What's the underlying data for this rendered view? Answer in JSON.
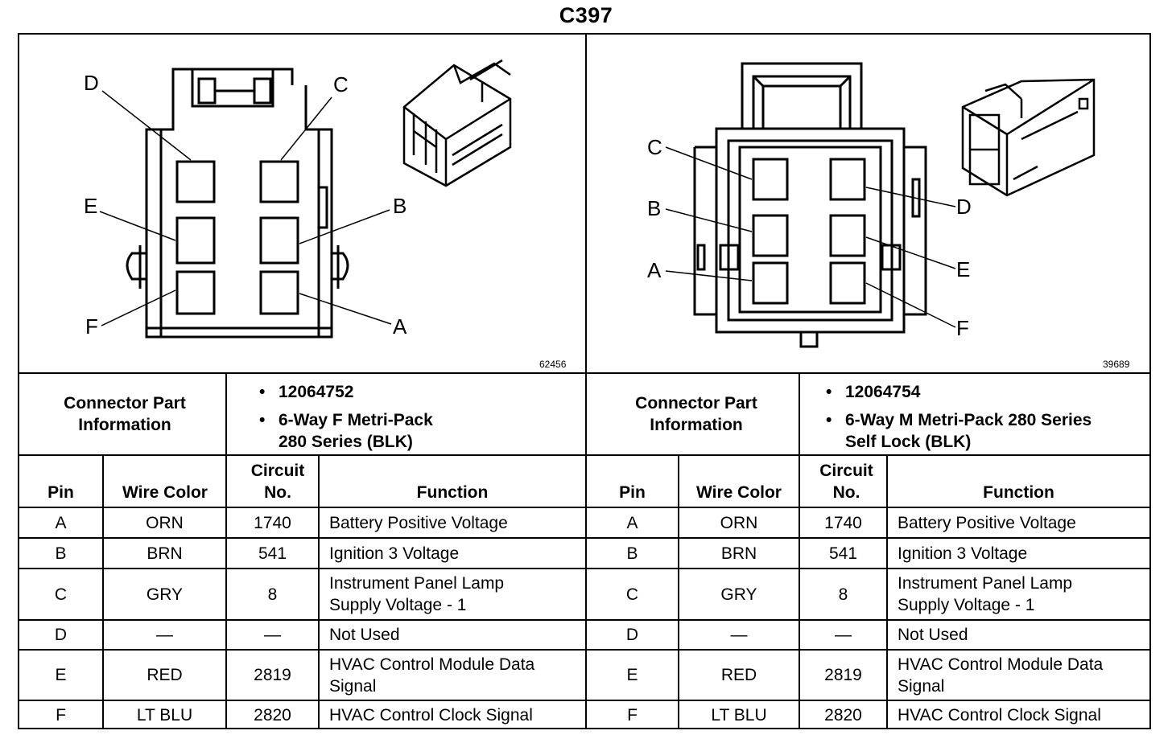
{
  "title": "C397",
  "left": {
    "figure_number": "62456",
    "pin_labels": [
      "D",
      "C",
      "E",
      "B",
      "F",
      "A"
    ],
    "connector_info_label": "Connector Part Information",
    "part_number": "12064752",
    "description_line1": "6-Way F Metri-Pack",
    "description_line2": "280 Series (BLK)",
    "headers": {
      "pin": "Pin",
      "wire_color": "Wire Color",
      "circuit": "Circuit No.",
      "function": "Function"
    },
    "rows": [
      {
        "pin": "A",
        "color": "ORN",
        "circuit": "1740",
        "function_1": "Battery Positive Voltage",
        "function_2": ""
      },
      {
        "pin": "B",
        "color": "BRN",
        "circuit": "541",
        "function_1": "Ignition 3 Voltage",
        "function_2": ""
      },
      {
        "pin": "C",
        "color": "GRY",
        "circuit": "8",
        "function_1": "Instrument Panel Lamp",
        "function_2": "Supply Voltage - 1"
      },
      {
        "pin": "D",
        "color": "—",
        "circuit": "—",
        "function_1": "Not Used",
        "function_2": ""
      },
      {
        "pin": "E",
        "color": "RED",
        "circuit": "2819",
        "function_1": "HVAC Control Module Data",
        "function_2": "Signal"
      },
      {
        "pin": "F",
        "color": "LT BLU",
        "circuit": "2820",
        "function_1": "HVAC Control Clock Signal",
        "function_2": ""
      }
    ]
  },
  "right": {
    "figure_number": "39689",
    "pin_labels": [
      "C",
      "D",
      "B",
      "E",
      "A",
      "F"
    ],
    "connector_info_label": "Connector Part Information",
    "part_number": "12064754",
    "description_line1": "6-Way M Metri-Pack 280 Series",
    "description_line2": "Self Lock (BLK)",
    "headers": {
      "pin": "Pin",
      "wire_color": "Wire Color",
      "circuit": "Circuit No.",
      "function": "Function"
    },
    "rows": [
      {
        "pin": "A",
        "color": "ORN",
        "circuit": "1740",
        "function_1": "Battery Positive Voltage",
        "function_2": ""
      },
      {
        "pin": "B",
        "color": "BRN",
        "circuit": "541",
        "function_1": "Ignition 3 Voltage",
        "function_2": ""
      },
      {
        "pin": "C",
        "color": "GRY",
        "circuit": "8",
        "function_1": "Instrument Panel Lamp",
        "function_2": "Supply Voltage - 1"
      },
      {
        "pin": "D",
        "color": "—",
        "circuit": "—",
        "function_1": "Not Used",
        "function_2": ""
      },
      {
        "pin": "E",
        "color": "RED",
        "circuit": "2819",
        "function_1": "HVAC Control Module Data",
        "function_2": "Signal"
      },
      {
        "pin": "F",
        "color": "LT BLU",
        "circuit": "2820",
        "function_1": "HVAC Control Clock Signal",
        "function_2": ""
      }
    ]
  }
}
